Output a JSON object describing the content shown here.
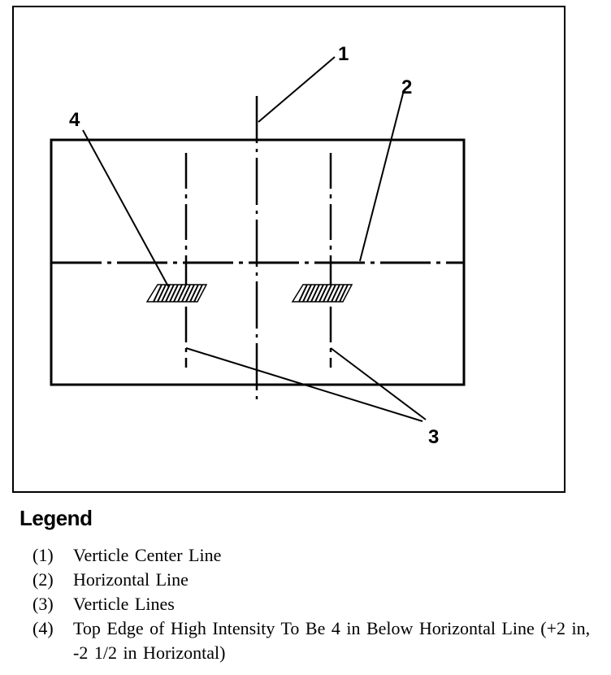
{
  "diagram": {
    "callouts": [
      {
        "id": "1",
        "label": "1"
      },
      {
        "id": "2",
        "label": "2"
      },
      {
        "id": "3",
        "label": "3"
      },
      {
        "id": "4",
        "label": "4"
      }
    ]
  },
  "legend": {
    "title": "Legend",
    "items": [
      {
        "num": "(1)",
        "text": "Verticle Center Line"
      },
      {
        "num": "(2)",
        "text": "Horizontal Line"
      },
      {
        "num": "(3)",
        "text": "Verticle Lines"
      },
      {
        "num": "(4)",
        "text": "Top Edge of High Intensity To Be 4 in Below Horizontal Line (+2 in, -2 1/2 in Horizontal)"
      }
    ]
  }
}
